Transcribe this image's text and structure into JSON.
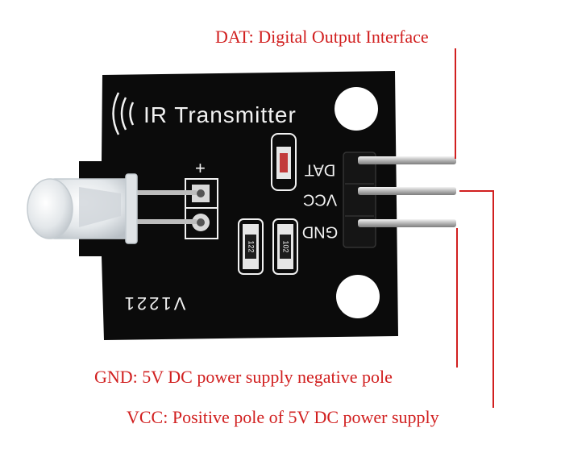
{
  "board": {
    "title": "IR Transmitter",
    "part_number": "V1221",
    "plus_mark": "+",
    "pins": [
      "DAT",
      "VCC",
      "GND"
    ],
    "resistors": [
      "122",
      "102"
    ]
  },
  "callouts": {
    "dat": "DAT: Digital Output Interface",
    "gnd": "GND: 5V DC power supply negative pole",
    "vcc": "VCC: Positive pole of 5V DC power supply"
  },
  "colors": {
    "board": "#0b0b0b",
    "silkscreen": "#f2f2f2",
    "callout": "#d11f1f",
    "pin": "#c9c9c9"
  }
}
